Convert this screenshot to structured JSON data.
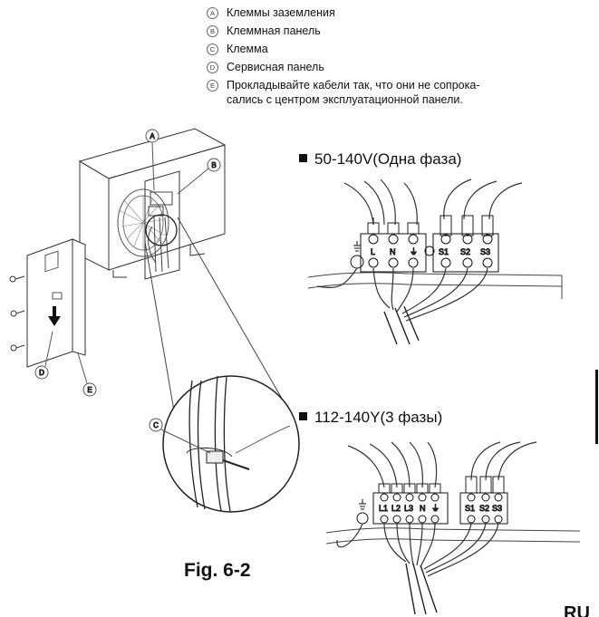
{
  "legend": [
    {
      "letter": "A",
      "text": "Клеммы заземления"
    },
    {
      "letter": "B",
      "text": "Клеммная панель"
    },
    {
      "letter": "C",
      "text": "Клемма"
    },
    {
      "letter": "D",
      "text": "Сервисная панель"
    },
    {
      "letter": "E",
      "text": "Прокладывайте кабели так, что они не сопрока-\nсались с центром эксплуатационной панели."
    }
  ],
  "callouts": {
    "a": "A",
    "b": "B",
    "c": "C",
    "d": "D",
    "e": "E"
  },
  "section_single": {
    "title": "50-140V(Одна фаза)",
    "terminals_power": [
      "L",
      "N",
      "⏚"
    ],
    "terminals_signal": [
      "S1",
      "S2",
      "S3"
    ]
  },
  "section_three": {
    "title": "112-140Y(3 фазы)",
    "terminals_power": [
      "L1",
      "L2",
      "L3",
      "N",
      "⏚"
    ],
    "terminals_signal": [
      "S1",
      "S2",
      "S3"
    ]
  },
  "figure_label": "Fig. 6-2",
  "page_corner": "RU"
}
